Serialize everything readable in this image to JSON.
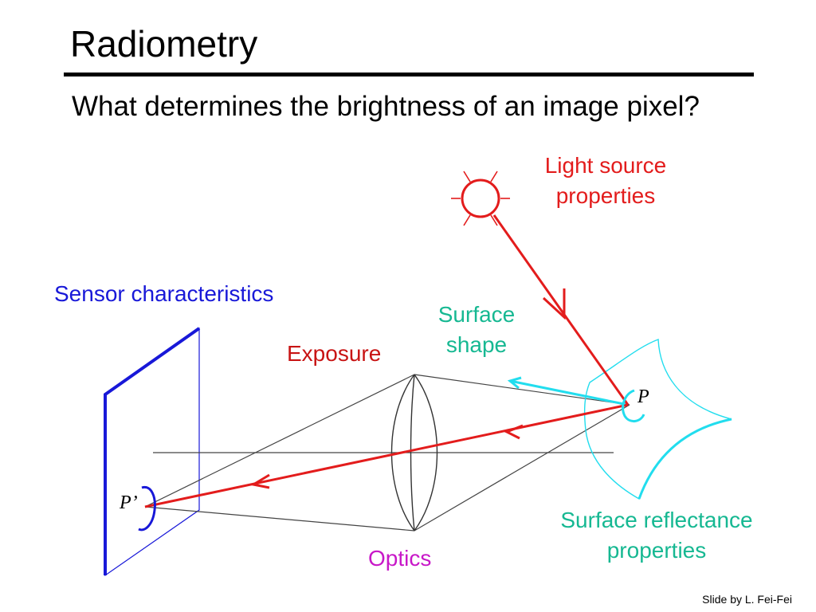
{
  "slide": {
    "title": "Radiometry",
    "bullet": "What determines the brightness of an image pixel?",
    "credit": "Slide by L. Fei-Fei"
  },
  "labels": {
    "light_source": [
      "Light source",
      "properties"
    ],
    "sensor": "Sensor characteristics",
    "surface_shape": [
      "Surface",
      "shape"
    ],
    "exposure": "Exposure",
    "surface_reflectance": [
      "Surface reflectance",
      "properties"
    ],
    "optics": "Optics"
  },
  "diagram": {
    "point_P": "P",
    "point_P_prime": "P’"
  },
  "colors": {
    "light_ray": "#e31c1c",
    "sensor": "#1818d8",
    "surface": "#22ddee",
    "lens": "#333333",
    "surface_label": "#16b892",
    "optics_label": "#c818c8"
  }
}
